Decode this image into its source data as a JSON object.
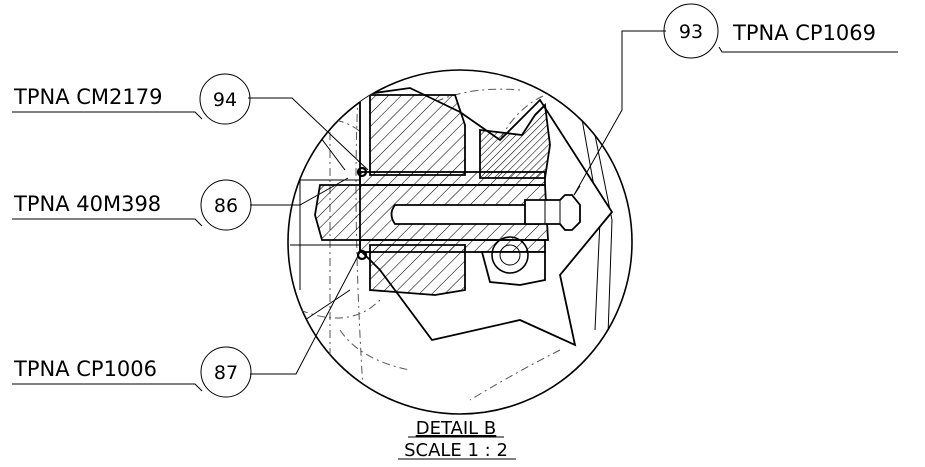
{
  "callouts": [
    {
      "number": "93",
      "part": "TPNA CP1069"
    },
    {
      "number": "94",
      "part": "TPNA CM2179"
    },
    {
      "number": "86",
      "part": "TPNA 40M398"
    },
    {
      "number": "87",
      "part": "TPNA CP1006"
    }
  ],
  "caption": {
    "detail": "DETAIL B",
    "scale": "SCALE 1 : 2"
  }
}
